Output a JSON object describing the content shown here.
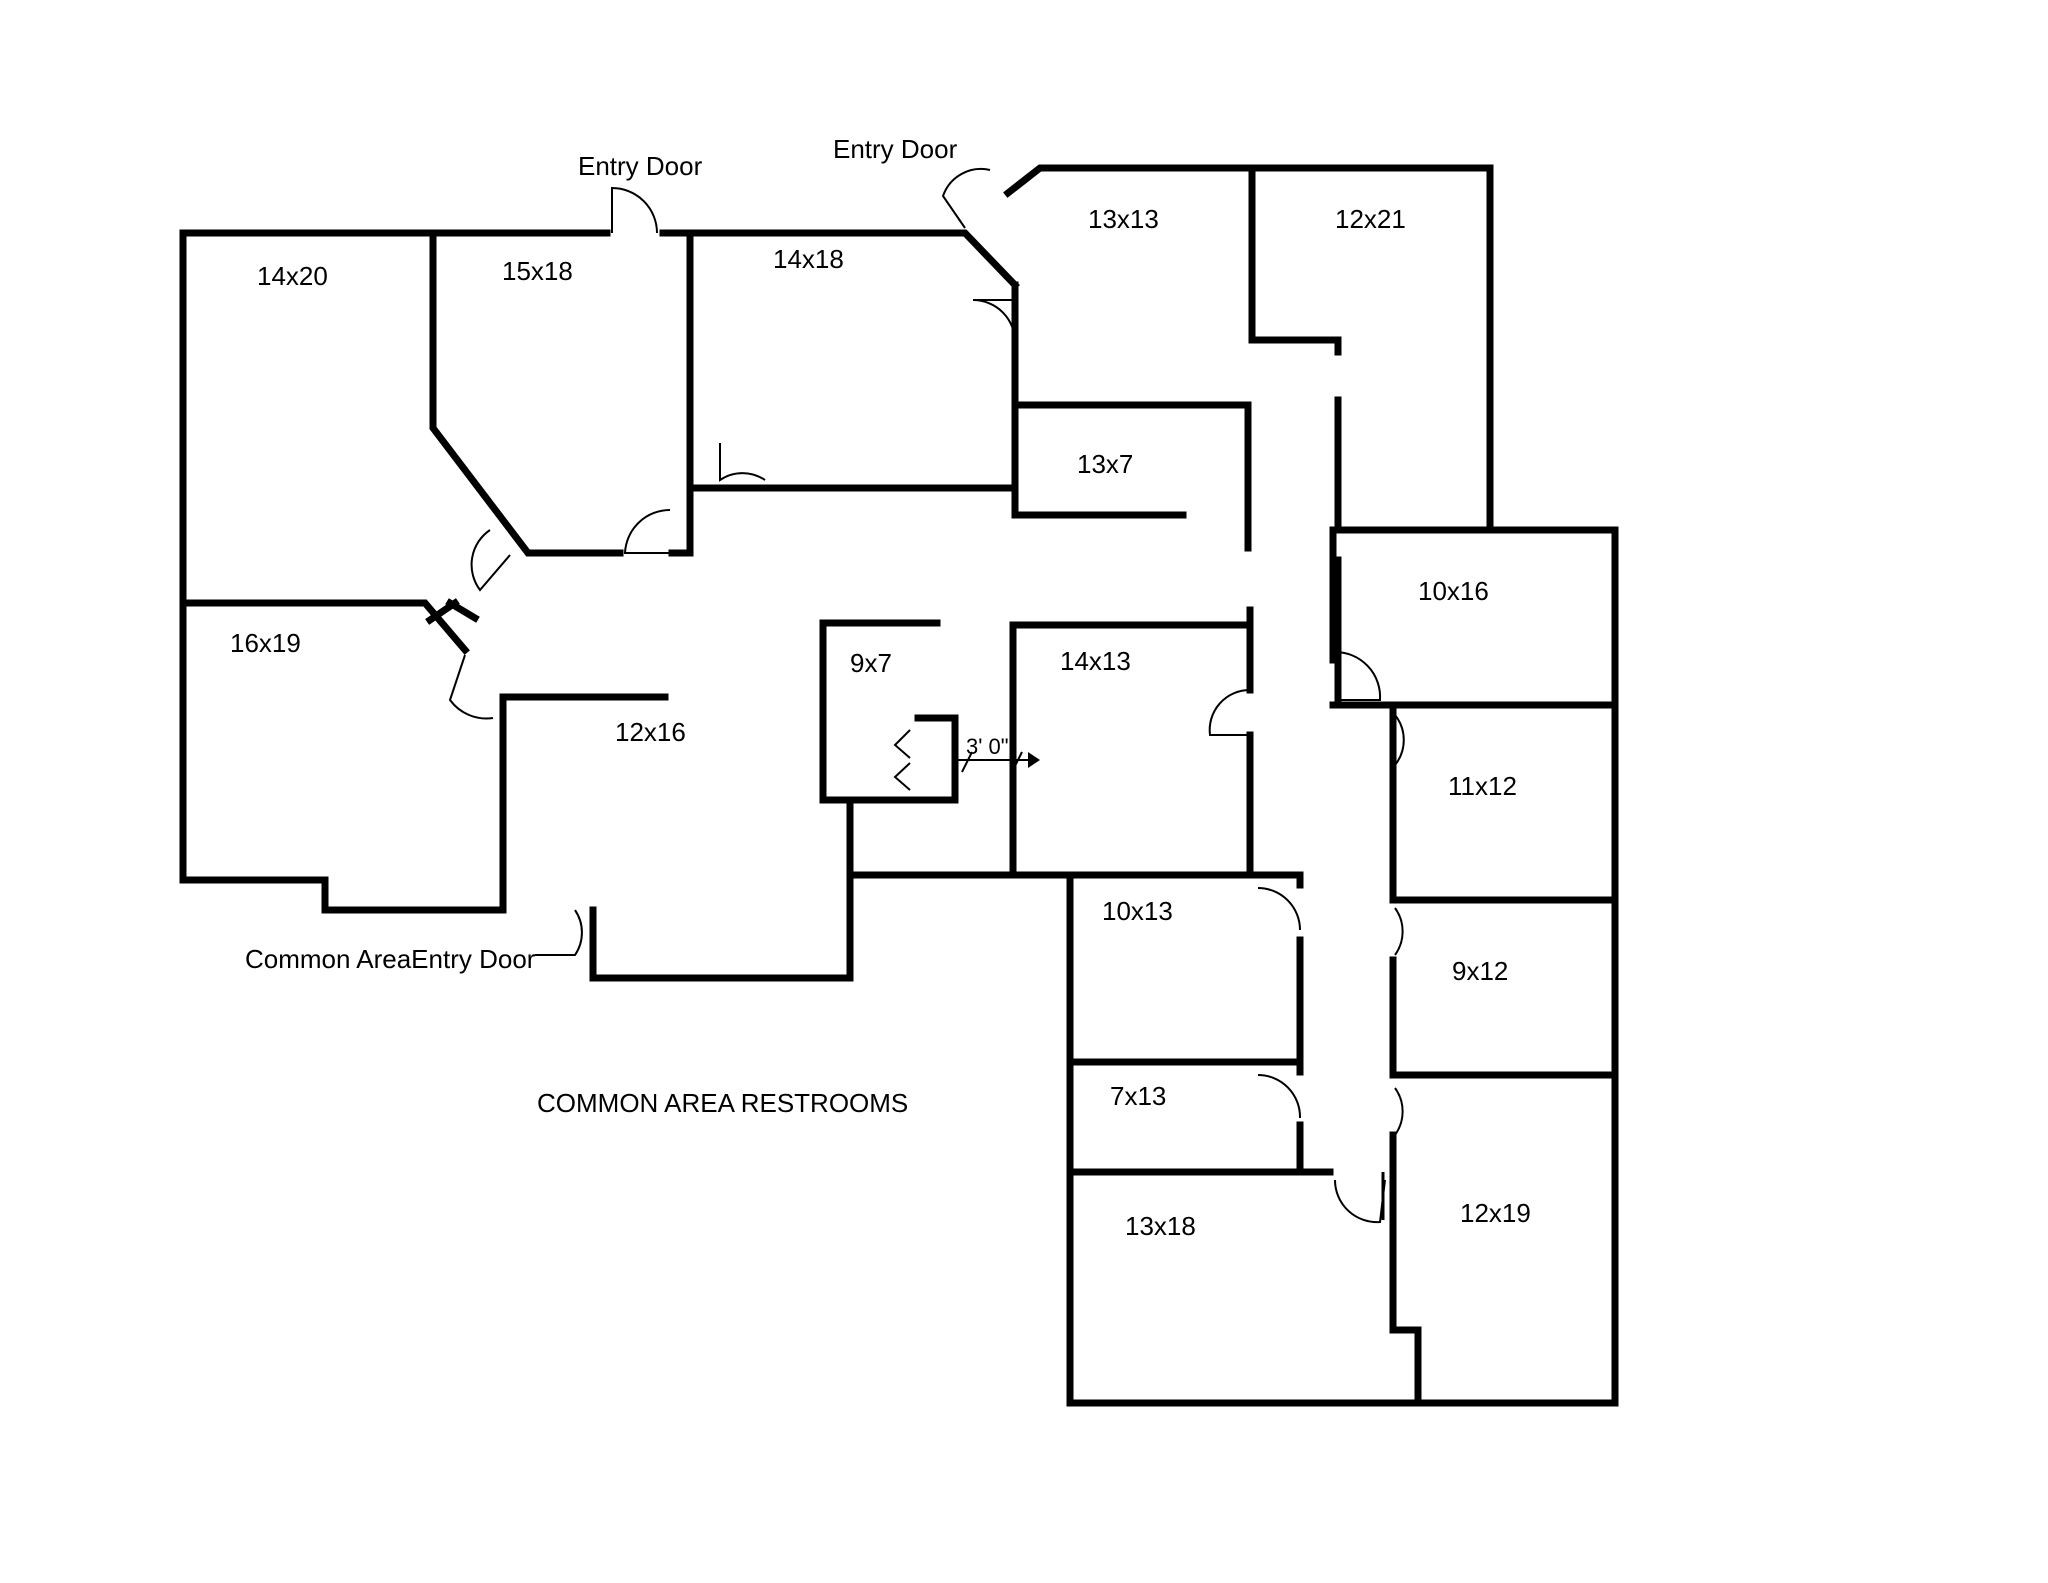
{
  "labels": {
    "entry_door_left": "Entry Door",
    "entry_door_right": "Entry Door",
    "common_entry": "Common AreaEntry Door",
    "restrooms": "COMMON AREA RESTROOMS",
    "dimension": "3' 0\""
  },
  "rooms": {
    "r14x20": "14x20",
    "r15x18": "15x18",
    "r14x18": "14x18",
    "r13x13": "13x13",
    "r12x21": "12x21",
    "r13x7": "13x7",
    "r16x19": "16x19",
    "r12x16": "12x16",
    "r9x7": "9x7",
    "r14x13": "14x13",
    "r10x16": "10x16",
    "r11x12": "11x12",
    "r10x13": "10x13",
    "r9x12": "9x12",
    "r7x13": "7x13",
    "r13x18": "13x18",
    "r12x19": "12x19"
  }
}
